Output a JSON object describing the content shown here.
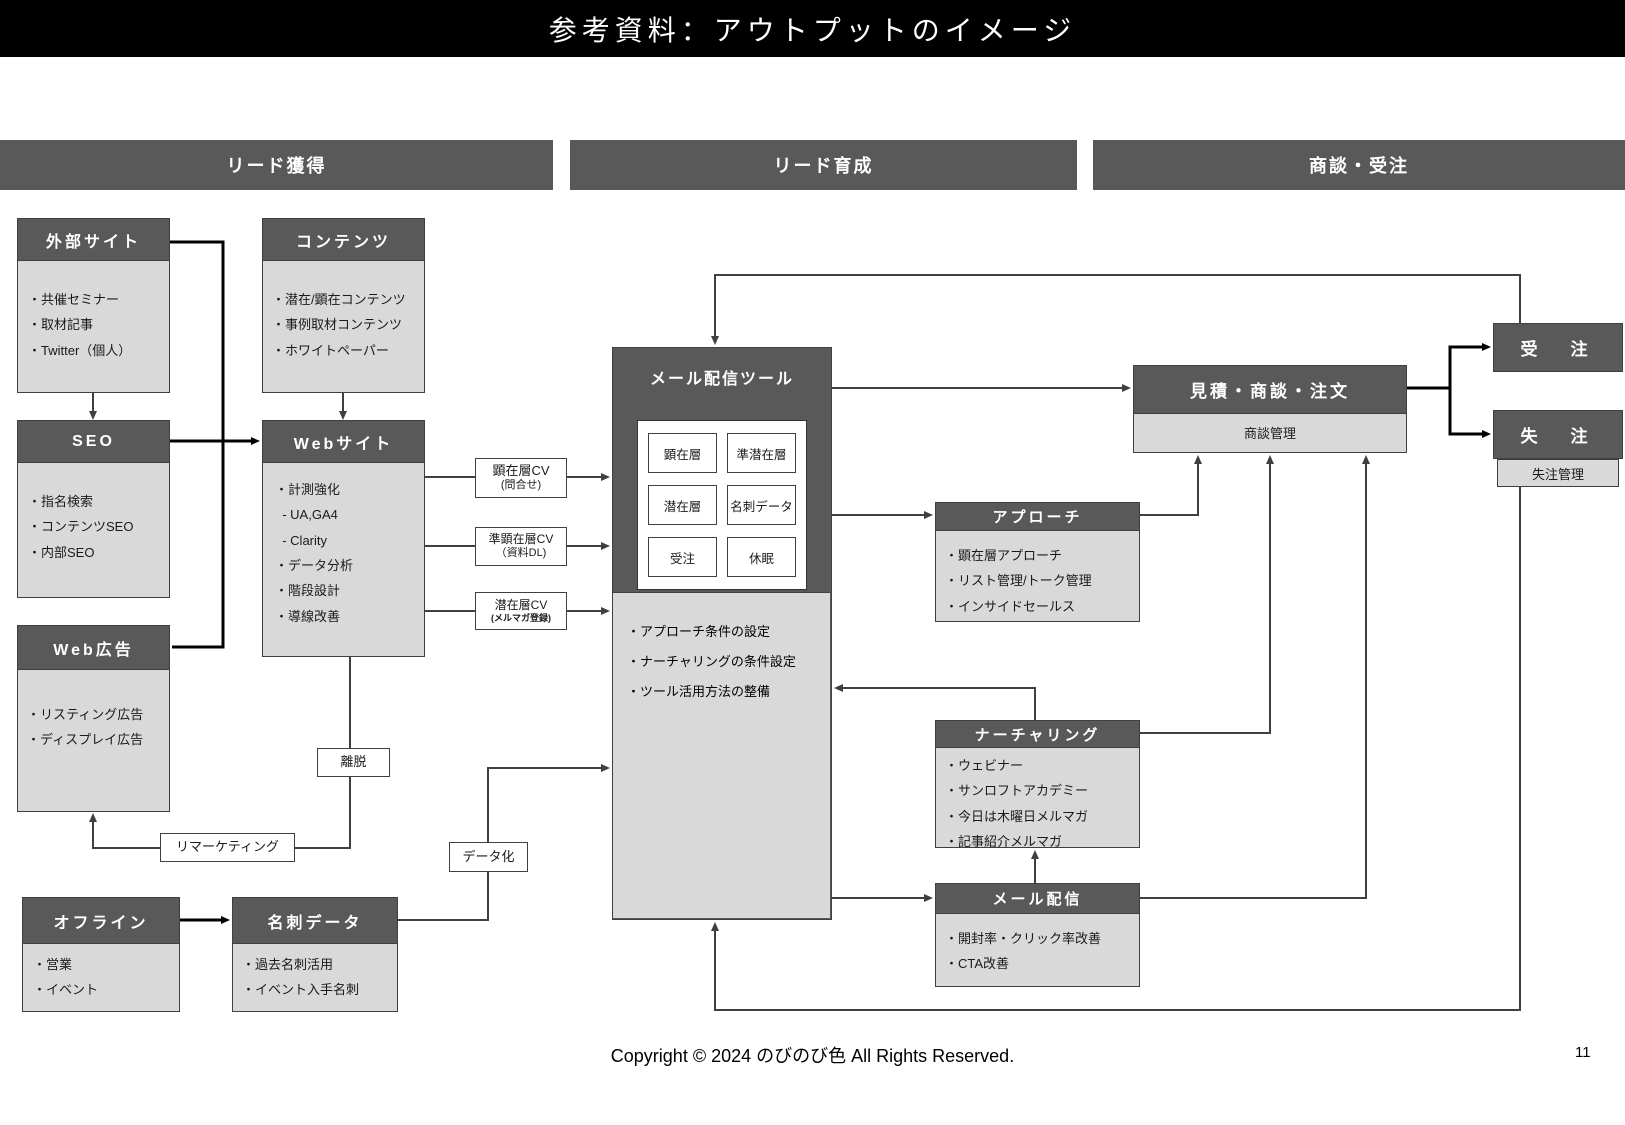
{
  "title": "参考資料：アウトプットのイメージ",
  "phases": [
    {
      "label": "リード獲得"
    },
    {
      "label": "リード育成"
    },
    {
      "label": "商談・受注"
    }
  ],
  "boxes": {
    "external_site": {
      "title": "外部サイト",
      "items": [
        "・共催セミナー",
        "・取材記事",
        "・Twitter（個人）"
      ]
    },
    "content": {
      "title": "コンテンツ",
      "items": [
        "・潜在/顕在コンテンツ",
        "・事例取材コンテンツ",
        "・ホワイトペーパー"
      ]
    },
    "seo": {
      "title": "SEO",
      "items": [
        "・指名検索",
        "・コンテンツSEO",
        "・内部SEO"
      ]
    },
    "website": {
      "title": "Webサイト",
      "items": [
        "・計測強化",
        "  - UA,GA4",
        "  - Clarity",
        "・データ分析",
        "・階段設計",
        "・導線改善"
      ]
    },
    "web_ad": {
      "title": "Web広告",
      "items": [
        "・リスティング広告",
        "・ディスプレイ広告"
      ]
    },
    "offline": {
      "title": "オフライン",
      "items": [
        "・営業",
        "・イベント"
      ]
    },
    "meishi": {
      "title": "名刺データ",
      "items": [
        "・過去名刺活用",
        "・イベント入手名刺"
      ]
    },
    "mail_tool": {
      "title": "メール配信ツール",
      "cells": [
        "顕在層",
        "準潜在層",
        "潜在層",
        "名刺データ",
        "受注",
        "休眠"
      ],
      "items": [
        "・アプローチ条件の設定",
        "・ナーチャリングの条件設定",
        "・ツール活用方法の整備"
      ]
    },
    "approach": {
      "title": "アプローチ",
      "items": [
        "・顕在層アプローチ",
        "・リスト管理/トーク管理",
        "・インサイドセールス"
      ]
    },
    "nurturing": {
      "title": "ナーチャリング",
      "items": [
        "・ウェビナー",
        "・サンロフトアカデミー",
        "・今日は木曜日メルマガ",
        "・記事紹介メルマガ"
      ]
    },
    "mail_delivery": {
      "title": "メール配信",
      "items": [
        "・開封率・クリック率改善",
        "・CTA改善"
      ]
    },
    "quote": {
      "title": "見積・商談・注文",
      "sub": "商談管理"
    },
    "won": {
      "title": "受　注"
    },
    "lost": {
      "title": "失　注",
      "sub": "失注管理"
    }
  },
  "labels": {
    "cv1": {
      "line1": "顕在層CV",
      "line2": "(問合せ)"
    },
    "cv2": {
      "line1": "準顕在層CV",
      "line2": "（資料DL)"
    },
    "cv3": {
      "line1": "潜在層CV",
      "line2": "(メルマガ登録)"
    },
    "ridatsu": "離脱",
    "remarketing": "リマーケティング",
    "dataka": "データ化"
  },
  "footer": {
    "copyright": "Copyright © 2024 のびのび色 All Rights Reserved.",
    "page": "11"
  },
  "colors": {
    "title_bar": "#000000",
    "header_bg": "#595959",
    "body_bg": "#d9d9d9",
    "border": "#404040",
    "arrow": "#404040"
  }
}
